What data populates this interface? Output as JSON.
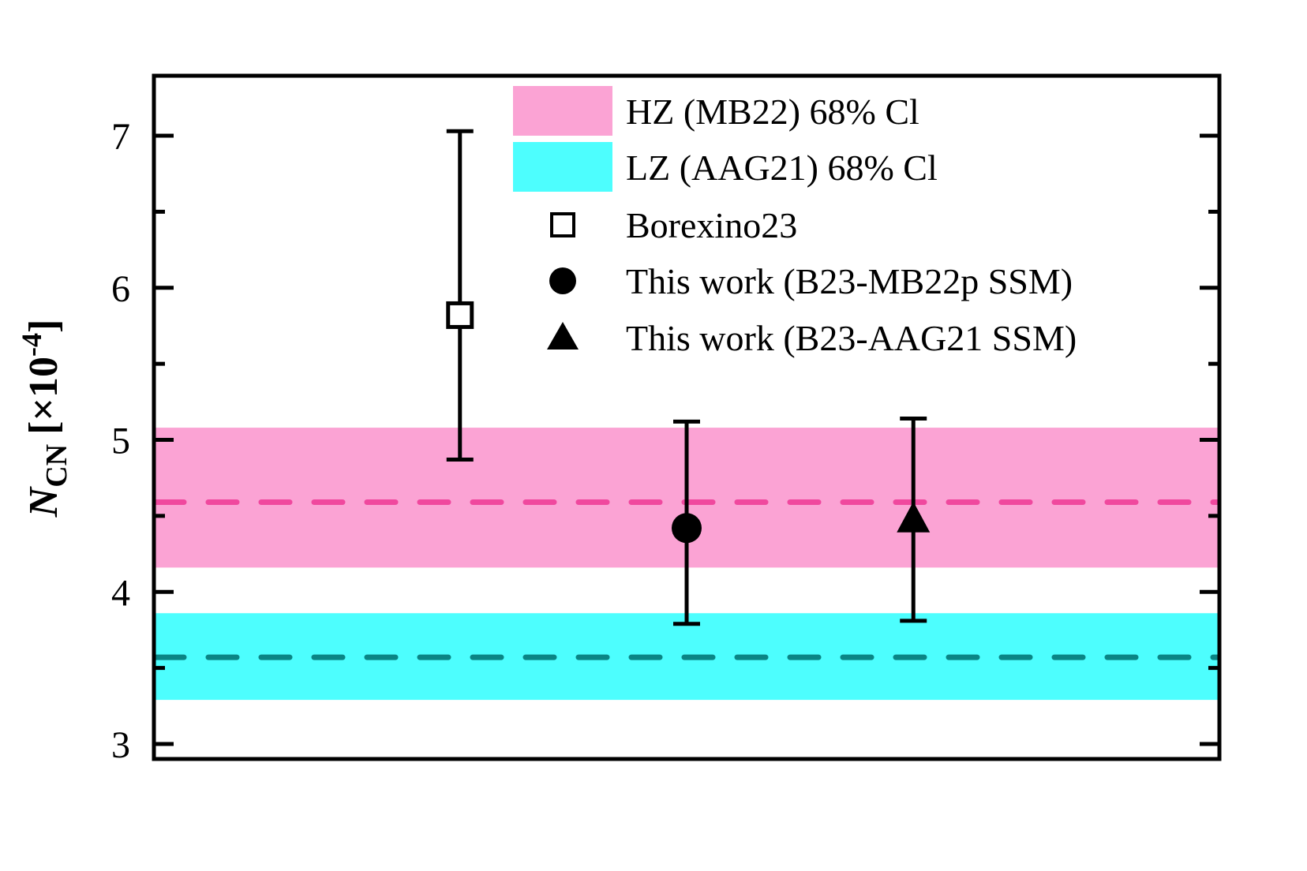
{
  "chart_data": {
    "type": "scatter",
    "title": "",
    "xlabel": "",
    "ylabel": {
      "symbol": "N",
      "subscript": "CN",
      "unit_prefix": "[×10",
      "unit_exponent": "-4",
      "unit_suffix": "]"
    },
    "ylim": [
      2.9,
      7.4
    ],
    "yticks": [
      3,
      4,
      5,
      6,
      7
    ],
    "ytick_labels": [
      "3",
      "4",
      "5",
      "6",
      "7"
    ],
    "yminor_ticks": [
      3.5,
      4.5,
      5.5,
      6.5
    ],
    "xlim": [
      0,
      4.7
    ],
    "grid": false,
    "legend_position": "top-right",
    "bands": [
      {
        "name": "HZ (MB22) 68% Cl",
        "low": 4.16,
        "high": 5.08,
        "central": 4.59,
        "fill_color": "#fba3d4",
        "line_color": "#f0489e"
      },
      {
        "name": "LZ (AAG21) 68% Cl",
        "low": 3.29,
        "high": 3.86,
        "central": 3.57,
        "fill_color": "#4dfefe",
        "line_color": "#0a8585"
      }
    ],
    "series": [
      {
        "name": "Borexino23",
        "marker": "open-square",
        "x": 1.35,
        "y": 5.82,
        "err_low": 4.87,
        "err_high": 7.03
      },
      {
        "name": "This work (B23-MB22p SSM)",
        "marker": "filled-circle",
        "x": 2.35,
        "y": 4.42,
        "err_low": 3.79,
        "err_high": 5.12
      },
      {
        "name": "This work (B23-AAG21 SSM)",
        "marker": "filled-triangle",
        "x": 3.35,
        "y": 4.48,
        "err_low": 3.81,
        "err_high": 5.14
      }
    ]
  }
}
